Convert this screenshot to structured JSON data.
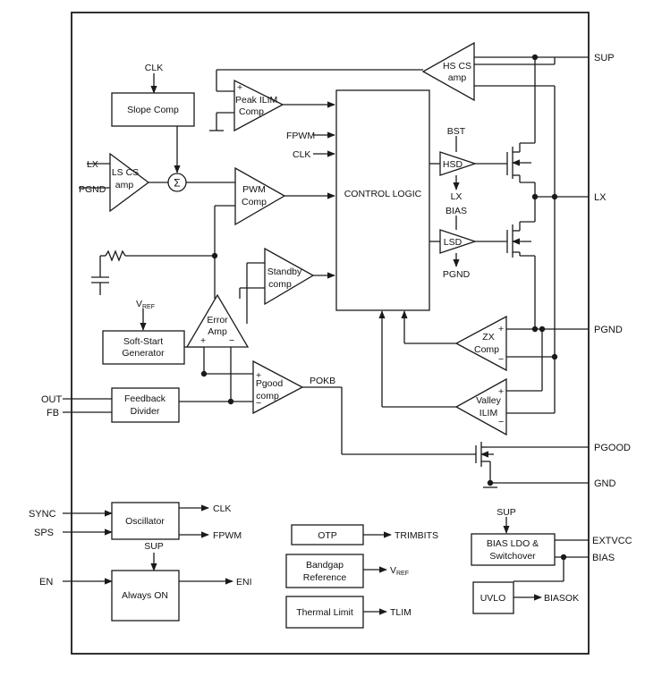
{
  "pins": {
    "sup": "SUP",
    "lx": "LX",
    "pgnd": "PGND",
    "pgood": "PGOOD",
    "gnd": "GND",
    "extvcc": "EXTVCC",
    "bias": "BIAS",
    "out": "OUT",
    "fb": "FB",
    "sync": "SYNC",
    "sps": "SPS",
    "en": "EN"
  },
  "blocks": {
    "slope_comp": "Slope Comp",
    "control_logic": "CONTROL LOGIC",
    "soft_start": [
      "Soft-Start",
      "Generator"
    ],
    "feedback_divider": [
      "Feedback",
      "Divider"
    ],
    "oscillator": "Oscillator",
    "always_on": "Always ON",
    "otp": "OTP",
    "bandgap": [
      "Bandgap",
      "Reference"
    ],
    "thermal_limit": "Thermal Limit",
    "bias_ldo": [
      "BIAS LDO &",
      "Switchover"
    ],
    "uvlo": "UVLO"
  },
  "amps": {
    "hs_cs": [
      "HS CS",
      "amp"
    ],
    "peak_ilim": [
      "Peak ILIM",
      "Comp"
    ],
    "ls_cs": [
      "LS CS",
      "amp"
    ],
    "pwm": [
      "PWM",
      "Comp"
    ],
    "standby": [
      "Standby",
      "comp"
    ],
    "error_amp": [
      "Error",
      "Amp"
    ],
    "pgood_comp": [
      "Pgood",
      "comp"
    ],
    "zx_comp": [
      "ZX",
      "Comp"
    ],
    "valley_ilim": [
      "Valley",
      "ILIM"
    ],
    "hsd": "HSD",
    "lsd": "LSD"
  },
  "signals": {
    "clk_top": "CLK",
    "lx_in": "LX",
    "pgnd_in": "PGND",
    "fpwm_in": "FPWM",
    "clk_in": "CLK",
    "bst": "BST",
    "lx_hsd": "LX",
    "bias_lsd": "BIAS",
    "pgnd_lsd": "PGND",
    "vref_main": "V",
    "vref_sub": "REF",
    "pokb": "POKB",
    "clk_out": "CLK",
    "fpwm_out": "FPWM",
    "sup_ao": "SUP",
    "eni": "ENI",
    "trimbits": "TRIMBITS",
    "vref_bg_main": "V",
    "vref_bg_sub": "REF",
    "tlim": "TLIM",
    "sup_ldo": "SUP",
    "biasok": "BIASOK"
  },
  "symbols": {
    "sum": "Σ",
    "plus": "+",
    "minus": "−"
  }
}
